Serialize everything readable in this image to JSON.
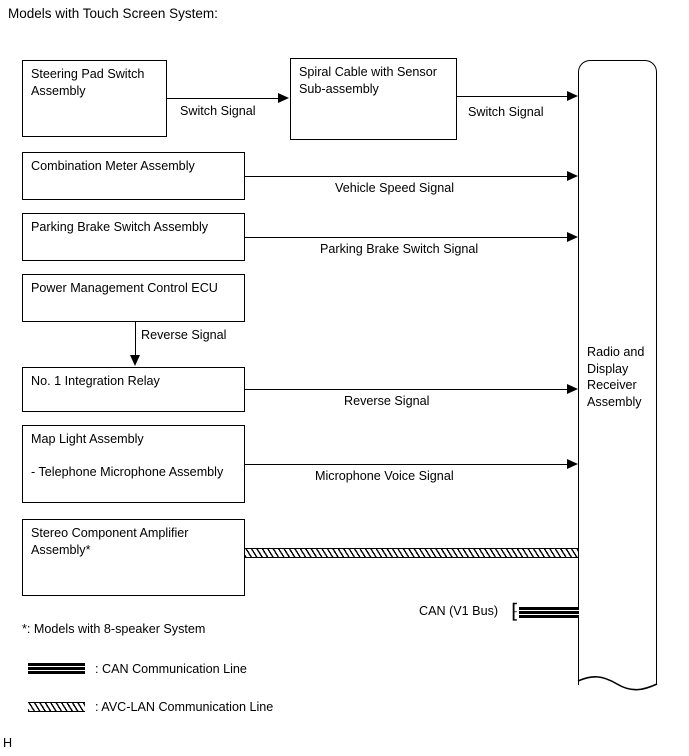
{
  "title": "Models with Touch Screen System:",
  "page_mark": "H",
  "boxes": {
    "steering_pad": "Steering Pad Switch\nAssembly",
    "spiral_cable": "Spiral Cable with Sensor\nSub-assembly",
    "combination_meter": "Combination Meter Assembly",
    "parking_brake": "Parking Brake Switch Assembly",
    "power_management": "Power Management Control ECU",
    "integration_relay": "No. 1 Integration Relay",
    "map_light": "Map Light Assembly\n\n- Telephone Microphone Assembly",
    "stereo_amplifier": "Stereo Component Amplifier\nAssembly*",
    "receiver": "Radio and\nDisplay\nReceiver\nAssembly"
  },
  "signals": {
    "switch_signal_1": "Switch Signal",
    "switch_signal_2": "Switch Signal",
    "vehicle_speed": "Vehicle Speed Signal",
    "parking_brake_signal": "Parking Brake Switch Signal",
    "reverse_signal_vertical": "Reverse Signal",
    "reverse_signal_horizontal": "Reverse Signal",
    "microphone_voice": "Microphone Voice Signal",
    "can_v1_bus": "CAN (V1 Bus)"
  },
  "notes": {
    "asterisk": "*: Models with 8-speaker System"
  },
  "legend": {
    "can": ": CAN Communication Line",
    "avc_lan": ": AVC-LAN Communication Line"
  },
  "colors": {
    "line": "#000000",
    "background": "#ffffff"
  }
}
